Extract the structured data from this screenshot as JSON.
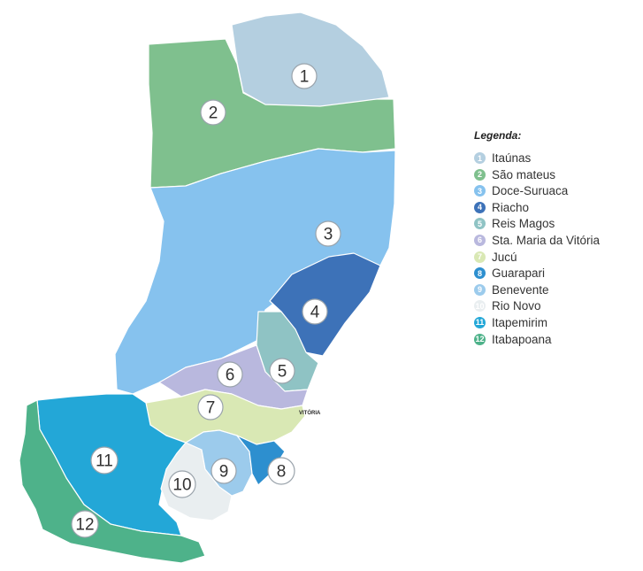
{
  "legend": {
    "title": "Legenda:",
    "items": [
      {
        "number": "1",
        "name": "Itaúnas",
        "color": "#b4cfe0"
      },
      {
        "number": "2",
        "name": "São mateus",
        "color": "#7fc08e"
      },
      {
        "number": "3",
        "name": "Doce-Suruaca",
        "color": "#86c2ee"
      },
      {
        "number": "4",
        "name": "Riacho",
        "color": "#3d72b8"
      },
      {
        "number": "5",
        "name": "Reis Magos",
        "color": "#8fc3c4"
      },
      {
        "number": "6",
        "name": "Sta. Maria da Vitória",
        "color": "#b9b8de"
      },
      {
        "number": "7",
        "name": "Jucú",
        "color": "#d9e8b4"
      },
      {
        "number": "8",
        "name": "Guarapari",
        "color": "#2d8fcf"
      },
      {
        "number": "9",
        "name": "Benevente",
        "color": "#9ccbec"
      },
      {
        "number": "10",
        "name": "Rio Novo",
        "color": "#e9eef0"
      },
      {
        "number": "11",
        "name": "Itapemirim",
        "color": "#23a7d7"
      },
      {
        "number": "12",
        "name": "Itabapoana",
        "color": "#4eb28a"
      }
    ]
  },
  "map": {
    "city_label": "VITÓRIA"
  }
}
